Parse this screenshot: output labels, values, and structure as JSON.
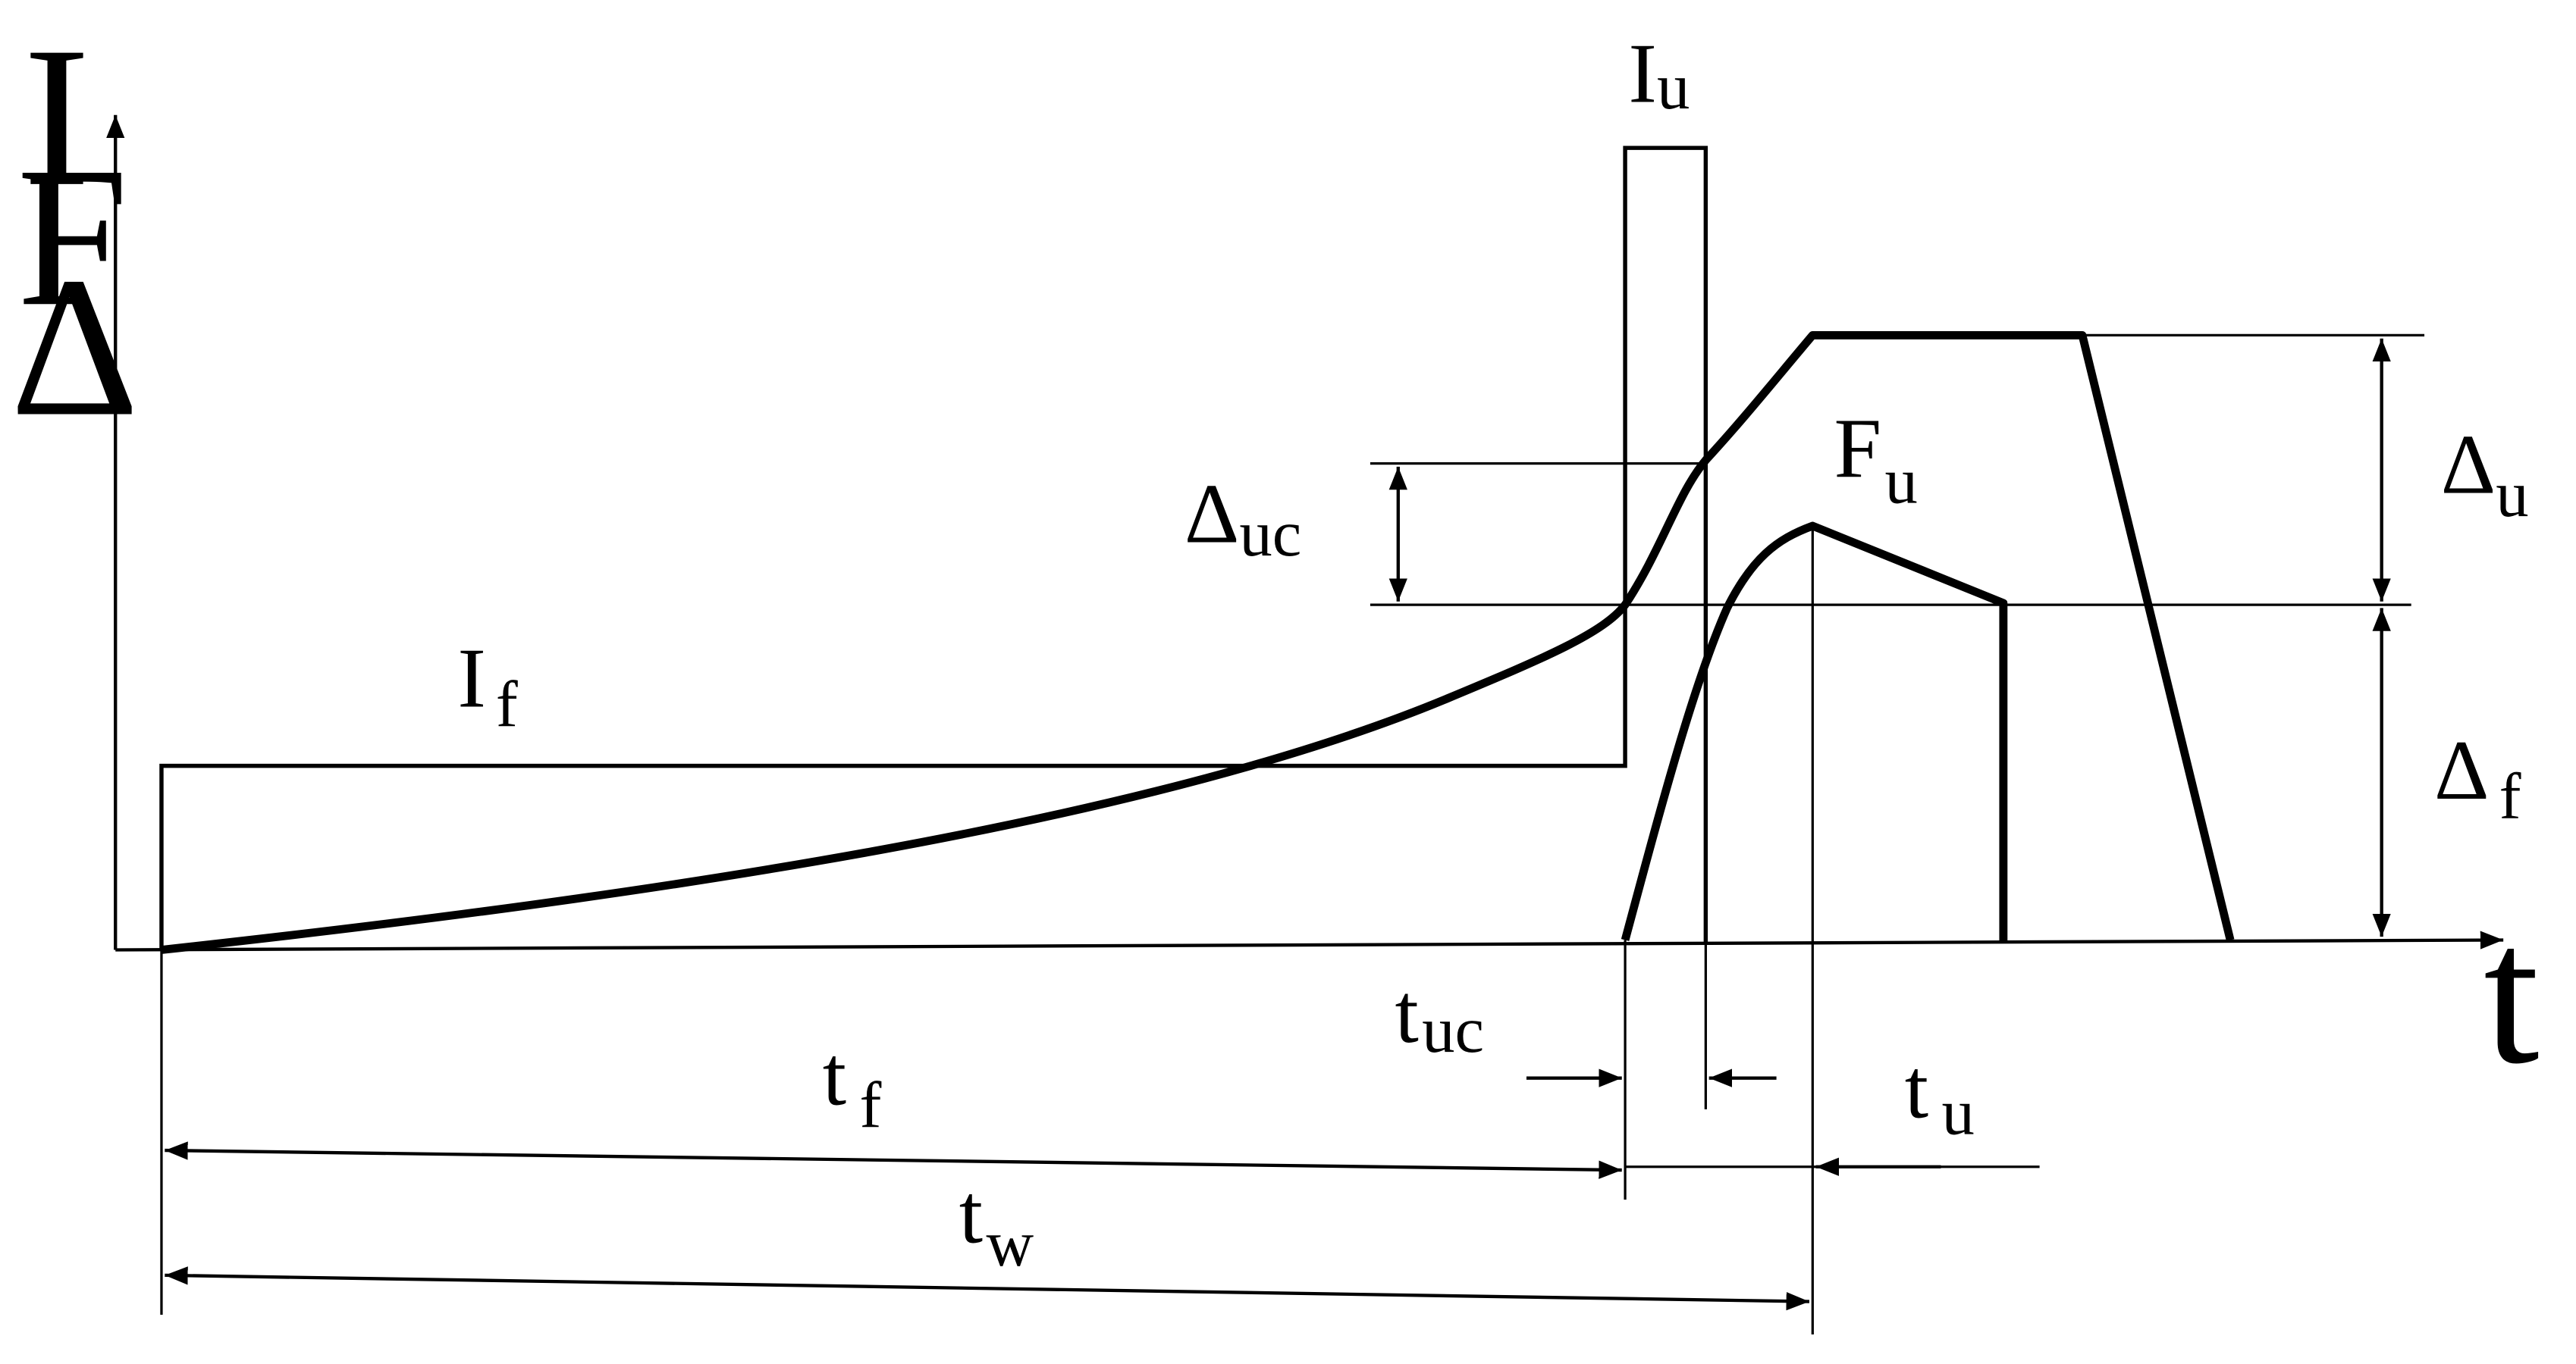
{
  "colors": {
    "ink": "#000000",
    "background": "#ffffff"
  },
  "axes": {
    "y_label_1": "I",
    "y_label_2": "F",
    "y_label_3": "Δ",
    "x_label": "t"
  },
  "labels": {
    "I_u": {
      "main": "I",
      "sub": "u"
    },
    "I_f": {
      "main": "I",
      "sub": "f"
    },
    "F_u": {
      "main": "F",
      "sub": "u"
    },
    "delta_uc": {
      "main": "Δ",
      "sub": "uc"
    },
    "delta_u": {
      "main": "Δ",
      "sub": "u"
    },
    "delta_f": {
      "main": "Δ",
      "sub": "f"
    },
    "t_uc": {
      "main": "t",
      "sub": "uc"
    },
    "t_f": {
      "main": "t",
      "sub": "f"
    },
    "t_u": {
      "main": "t",
      "sub": "u"
    },
    "t_w": {
      "main": "t",
      "sub": "w"
    }
  }
}
